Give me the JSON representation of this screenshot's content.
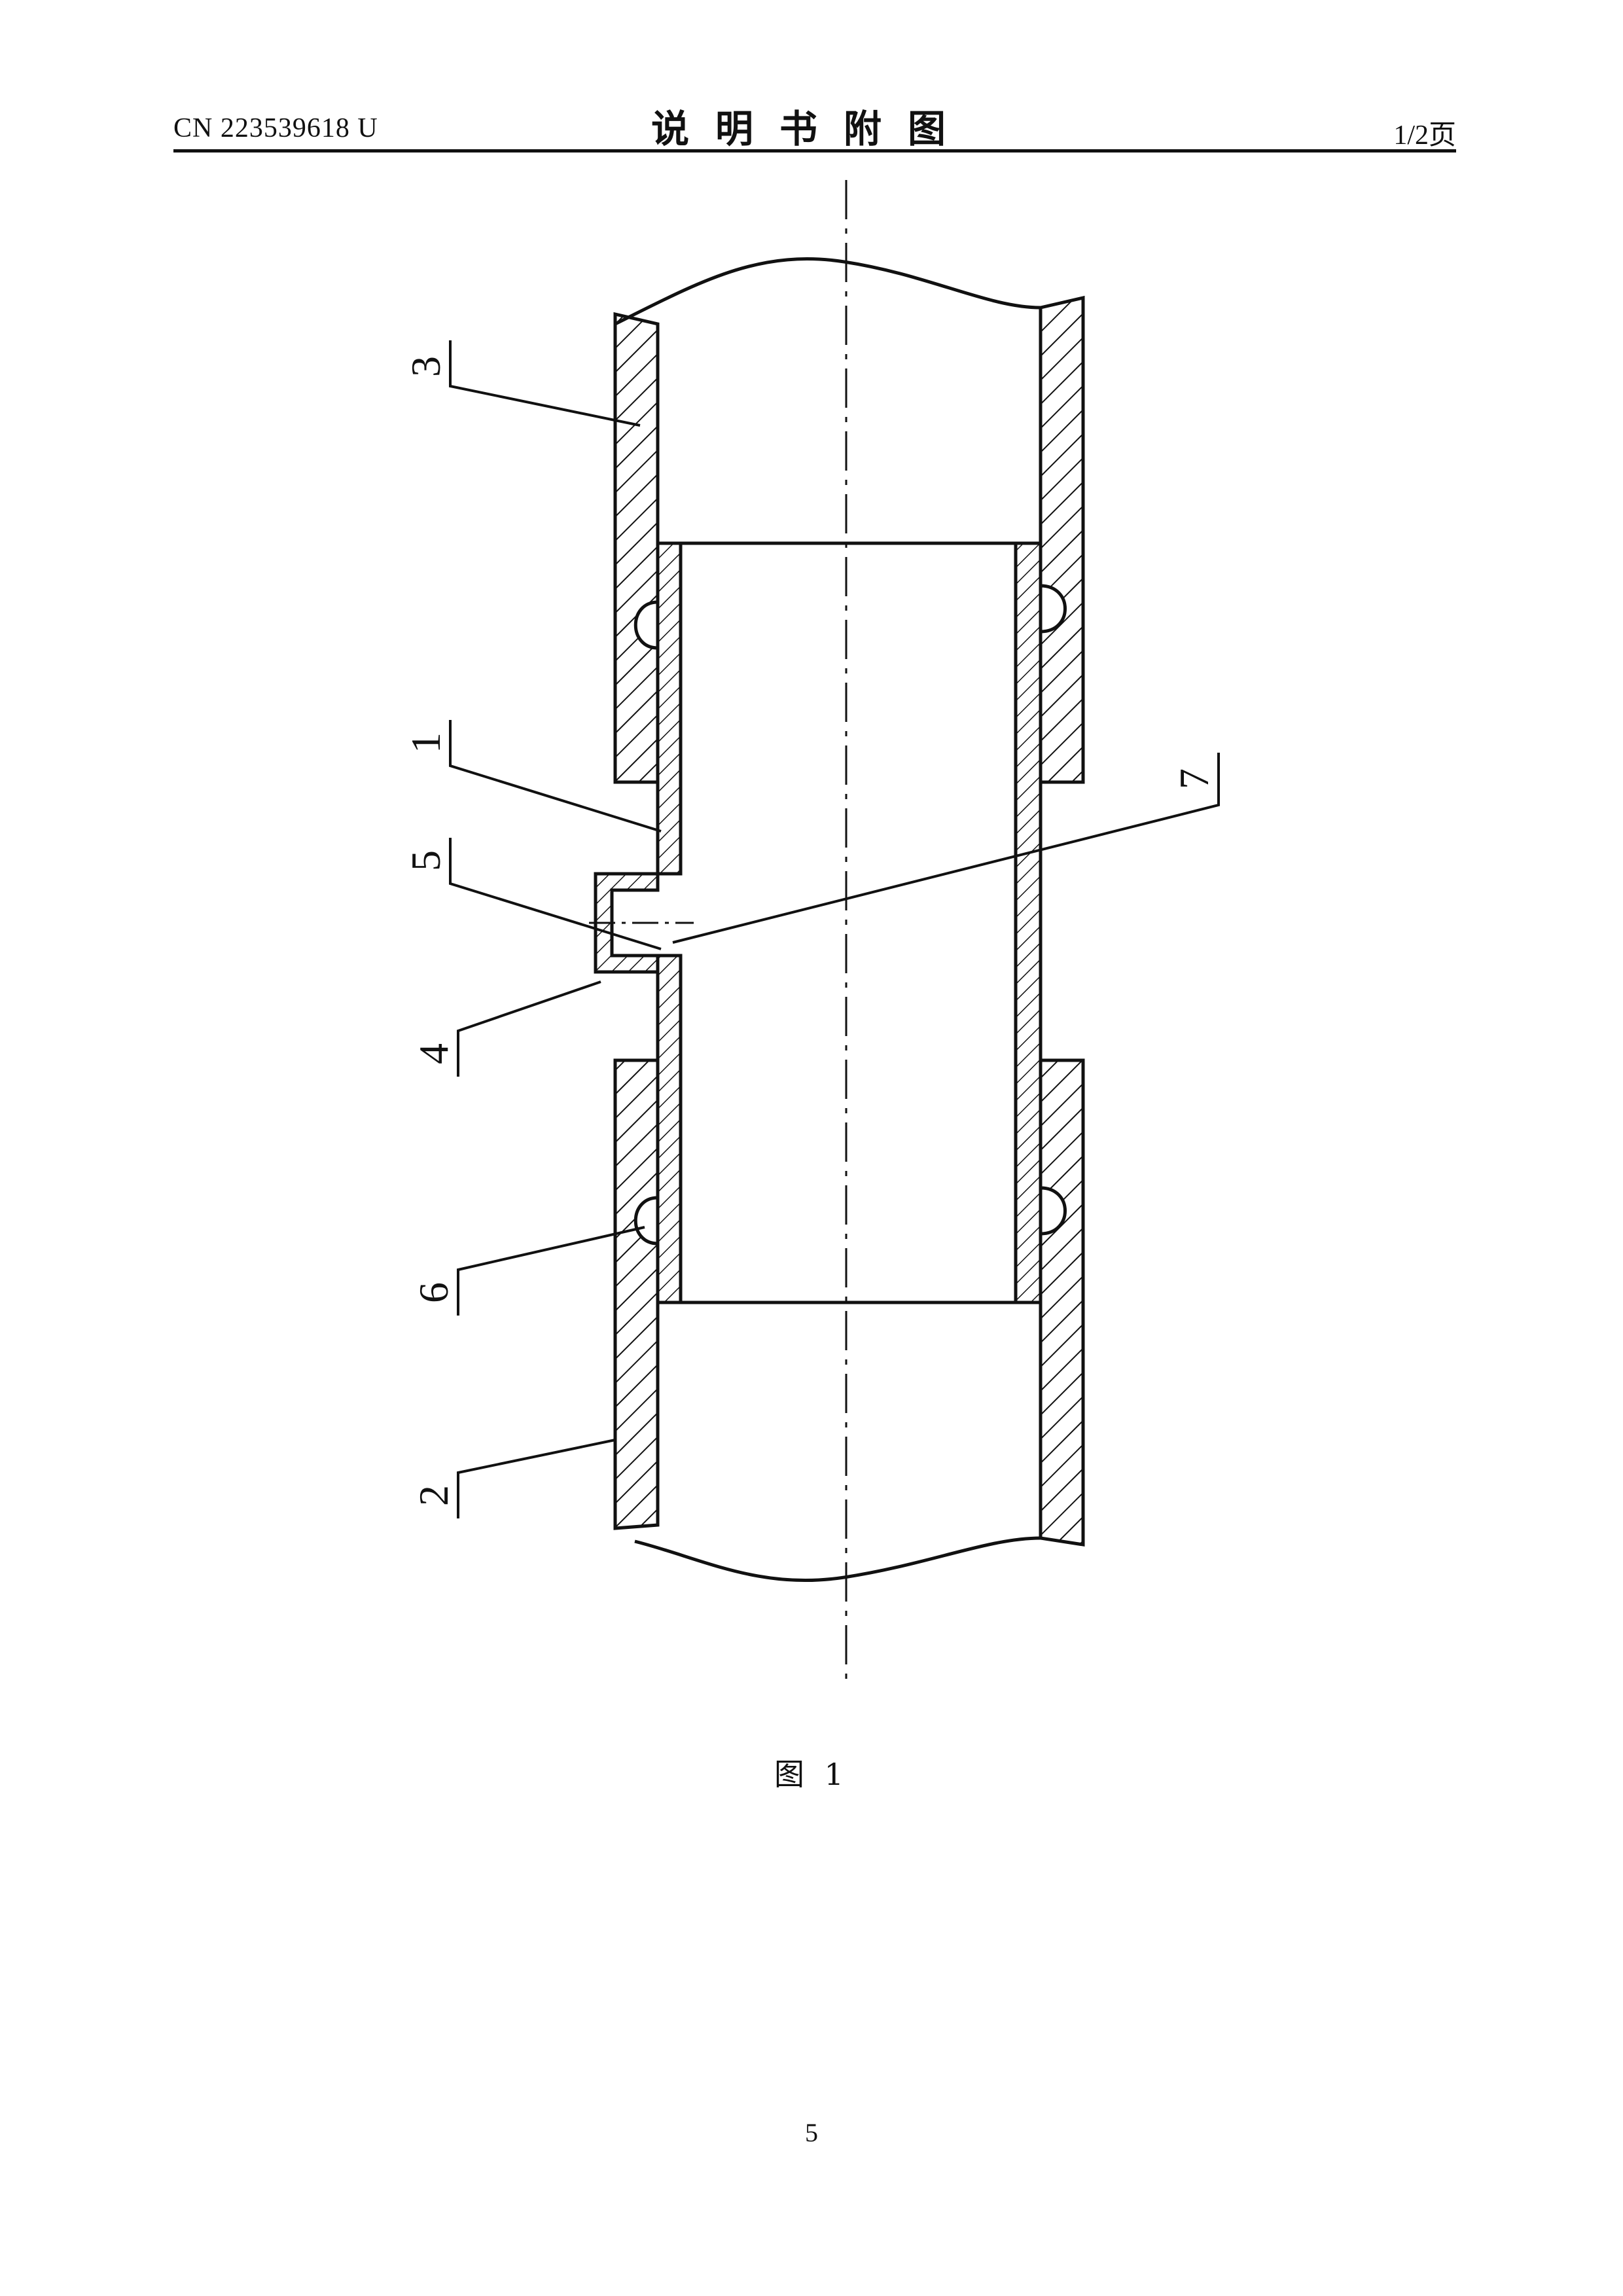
{
  "header": {
    "publication_number": "CN 223539618 U",
    "section_title": "说明书附图",
    "page_indicator": "1/2页"
  },
  "figure": {
    "caption": "图 1",
    "callouts": [
      "1",
      "2",
      "3",
      "4",
      "5",
      "6",
      "7"
    ]
  },
  "footer": {
    "page_number": "5"
  }
}
